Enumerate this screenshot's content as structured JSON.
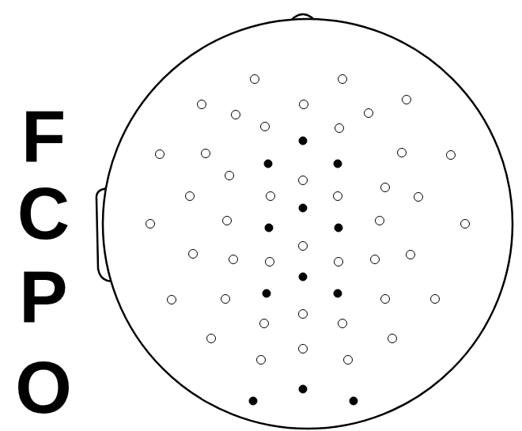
{
  "diagram": {
    "labels": [
      "F",
      "C",
      "P",
      "O"
    ]
  }
}
